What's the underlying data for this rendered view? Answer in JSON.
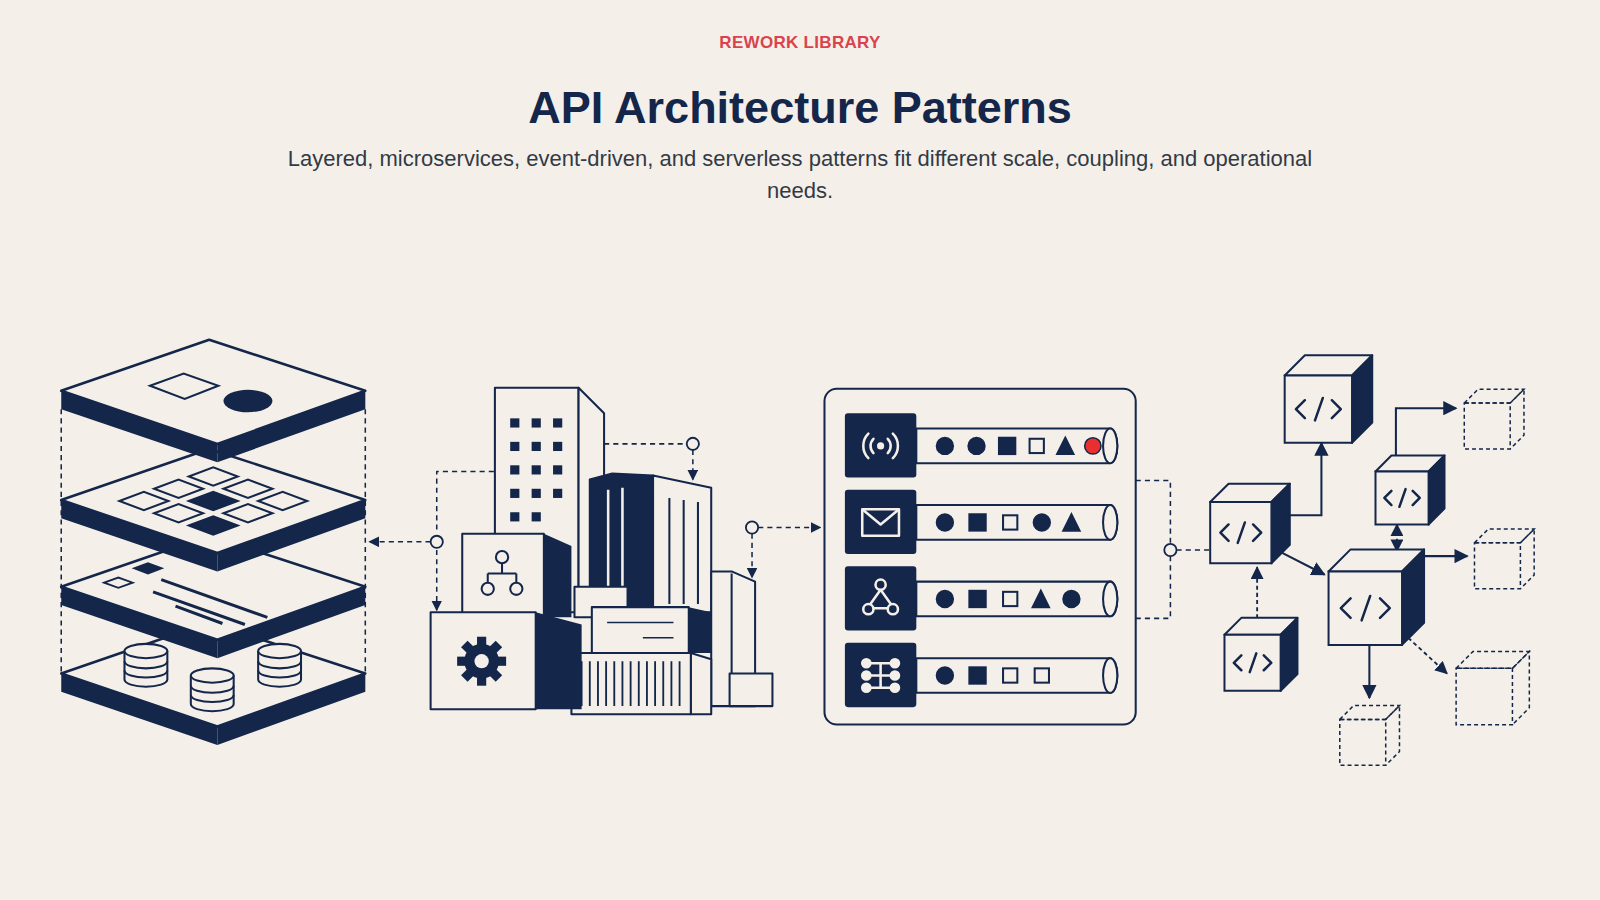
{
  "diagram": {
    "title": "API Architecture Patterns",
    "caption": "Layered, microservices, event-driven, and serverless patterns fit different scale, coupling, and operational needs.",
    "labels": [
      "REWORK LIBRARY"
    ]
  }
}
